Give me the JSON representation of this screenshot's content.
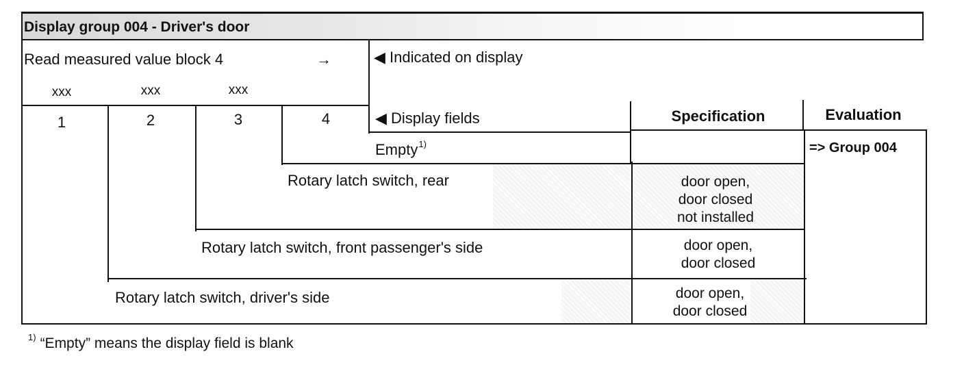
{
  "title": "Display group 004 - Driver's door",
  "read_block": {
    "label": "Read measured value block 4",
    "arrow": "→",
    "placeholders": [
      "xxx",
      "xxx",
      "xxx"
    ]
  },
  "indicated_on_display": "◀ Indicated on display",
  "field_numbers": [
    "1",
    "2",
    "3",
    "4"
  ],
  "display_fields_label": "◀ Display fields",
  "specification_header": "Specification",
  "evaluation_header": "Evaluation",
  "rows": [
    {
      "field": "Empty",
      "footnote_mark": "1)",
      "specification": [],
      "evaluation": "=> Group 004"
    },
    {
      "field": "Rotary latch switch, rear",
      "specification": [
        "door open,",
        "door closed",
        "not installed"
      ]
    },
    {
      "field": "Rotary latch switch, front passenger's side",
      "specification": [
        "door open,",
        "door closed"
      ]
    },
    {
      "field": "Rotary latch switch, driver's side",
      "specification": [
        "door open,",
        "door closed"
      ]
    }
  ],
  "footnote": {
    "mark": "1)",
    "text": "“Empty” means the display field is blank"
  }
}
